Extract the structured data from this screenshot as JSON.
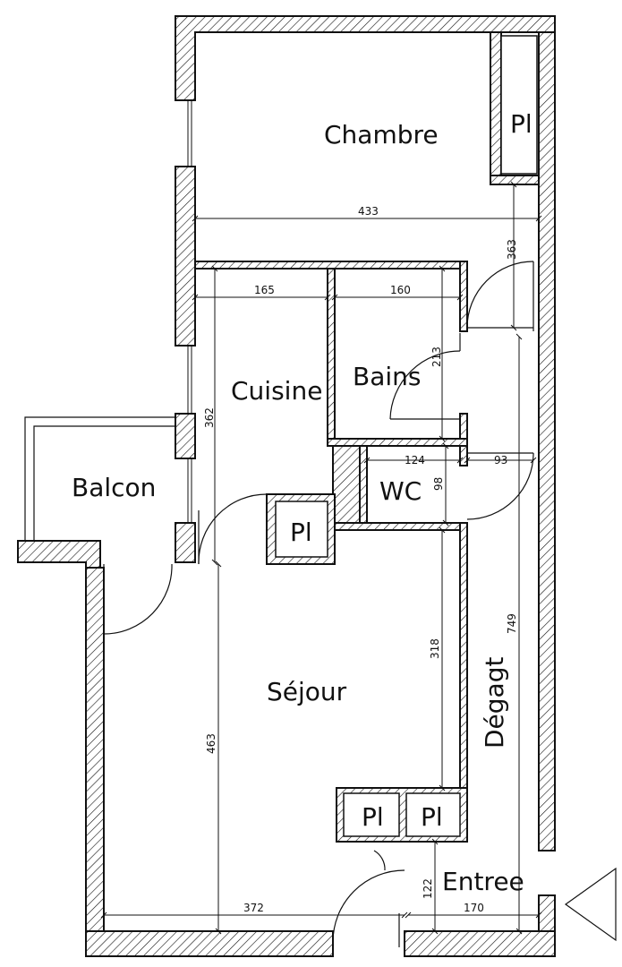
{
  "rooms": {
    "chambre": "Chambre",
    "cuisine": "Cuisine",
    "bains": "Bains",
    "balcon": "Balcon",
    "wc": "WC",
    "sejour": "Séjour",
    "degagt": "Dégagt",
    "entree": "Entree"
  },
  "closets": {
    "chambre_pl": "Pl",
    "cuisine_pl": "Pl",
    "entree_pl_1": "Pl",
    "entree_pl_2": "Pl"
  },
  "dimensions": {
    "chambre_width": "433",
    "degagt_upper": "363",
    "cuisine_width": "165",
    "bains_width": "160",
    "bains_height": "213",
    "cuisine_height": "362",
    "wc_width": "124",
    "wc_door": "93",
    "wc_height": "98",
    "sejour_right": "318",
    "degagt_length": "749",
    "sejour_height": "463",
    "sejour_width": "372",
    "entree_depth": "122",
    "entree_width": "170"
  }
}
